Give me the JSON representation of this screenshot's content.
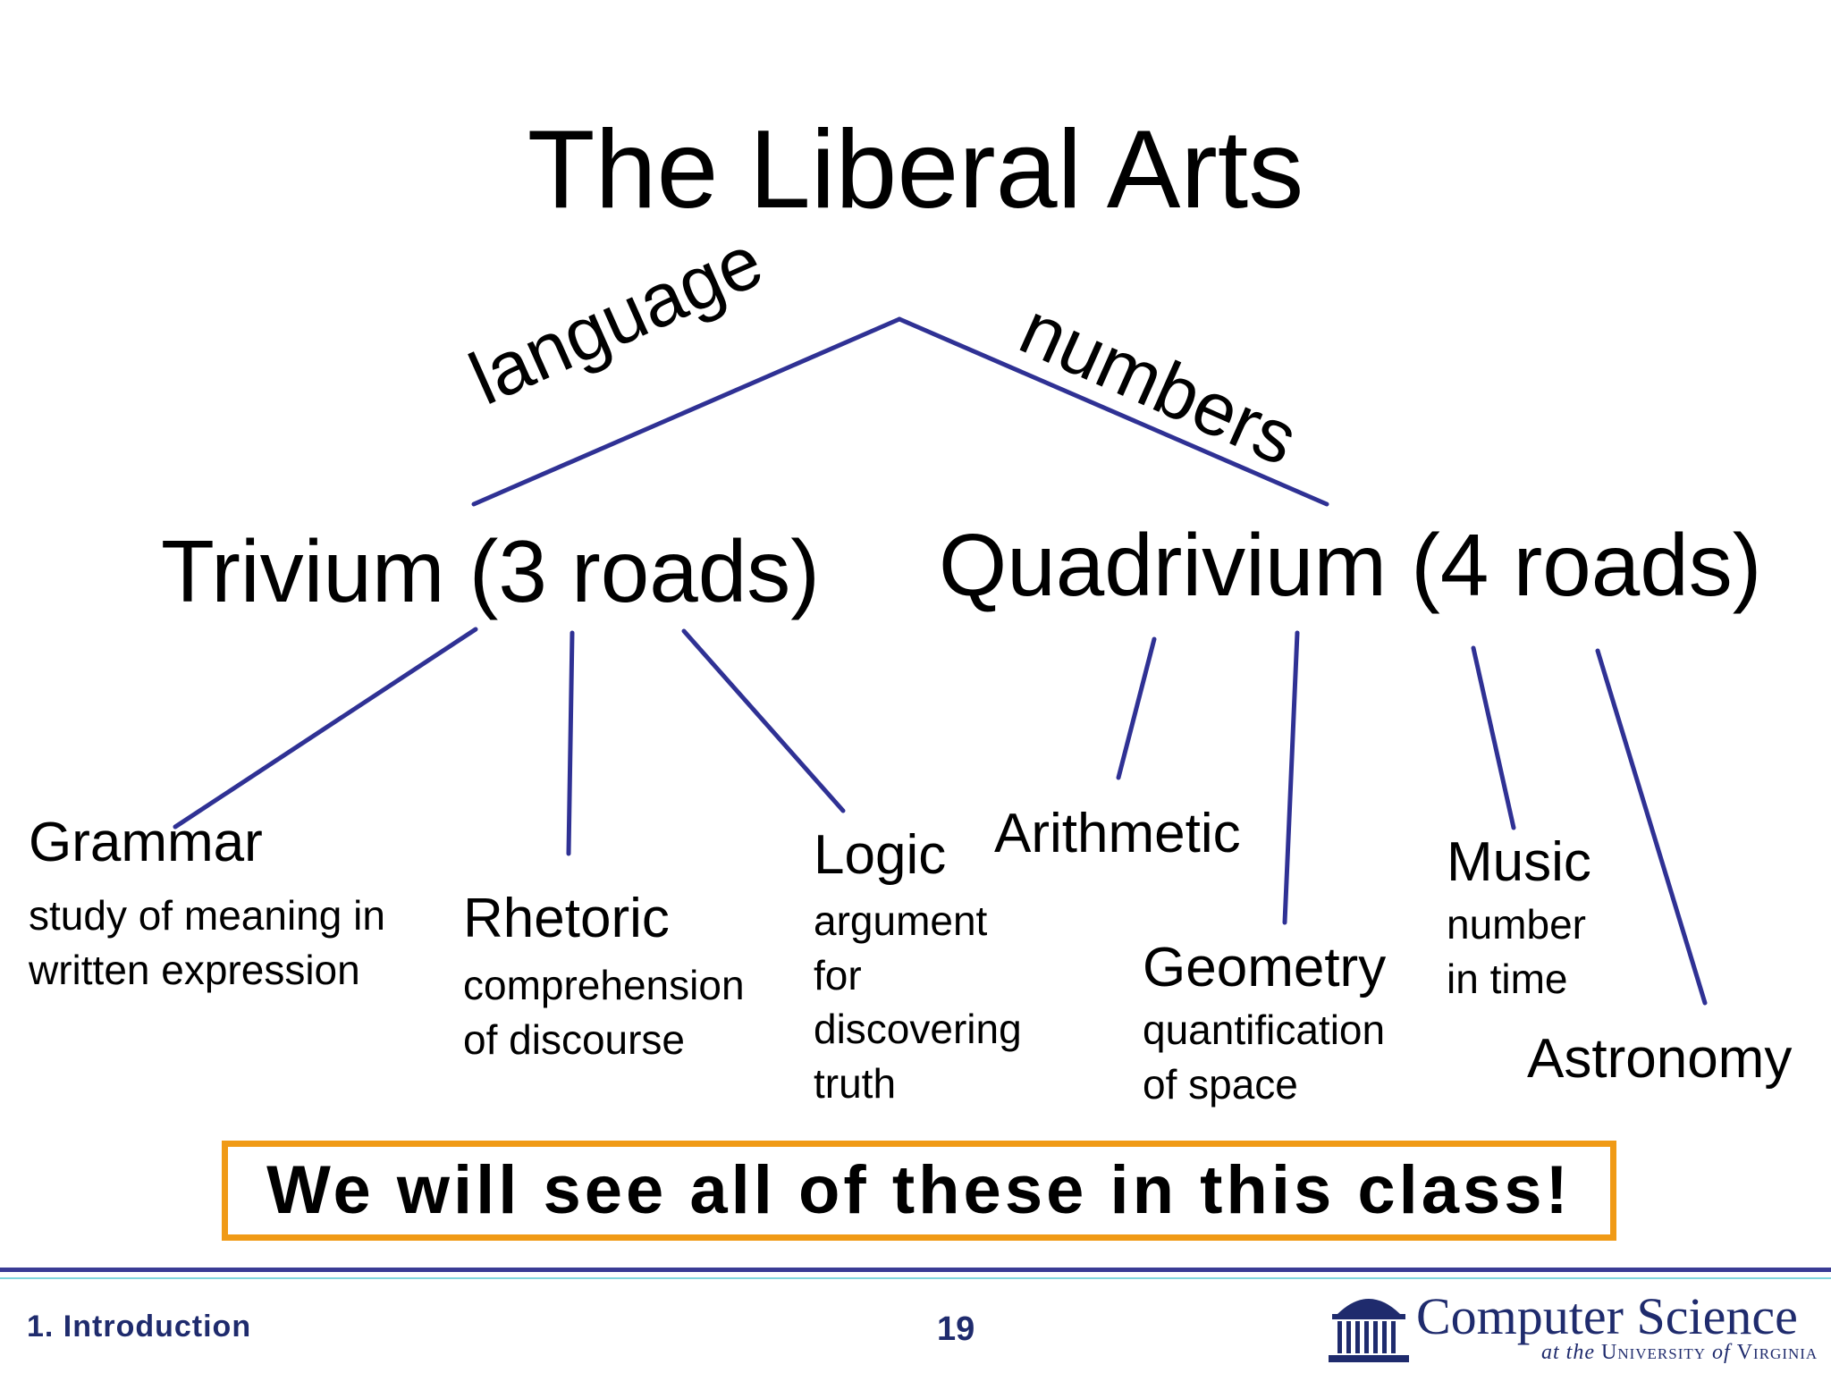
{
  "title": "The Liberal Arts",
  "branches": {
    "left": "language",
    "right": "numbers"
  },
  "roads": {
    "trivium": "Trivium (3 roads)",
    "quadrivium": "Quadrivium (4 roads)"
  },
  "subjects": {
    "grammar": {
      "name": "Grammar",
      "desc": [
        "study of meaning in",
        "written expression"
      ]
    },
    "rhetoric": {
      "name": "Rhetoric",
      "desc": [
        "comprehension",
        "of discourse"
      ]
    },
    "logic": {
      "name": "Logic",
      "desc": [
        "argument",
        "for",
        "discovering",
        "truth"
      ]
    },
    "arithmetic": {
      "name": "Arithmetic"
    },
    "geometry": {
      "name": "Geometry",
      "desc": [
        "quantification",
        "of space"
      ]
    },
    "music": {
      "name": "Music",
      "desc": [
        "number",
        "in time"
      ]
    },
    "astronomy": {
      "name": "Astronomy"
    }
  },
  "callout": "We will see all of these in this class!",
  "footer": {
    "section": "1. Introduction",
    "page": "19",
    "logo_title": "Computer Science",
    "logo_sub_prefix": "at the",
    "logo_sub_univ": "University",
    "logo_sub_of": "of",
    "logo_sub_state": "Virginia"
  },
  "colors": {
    "line": "#2f3194",
    "callout_border": "#f09a16",
    "footer_text": "#1f2b6d",
    "footer_rule": "#3a3c95",
    "footer_rule_accent": "#7fd6de"
  },
  "icons": {
    "logo": "rotunda-icon"
  }
}
